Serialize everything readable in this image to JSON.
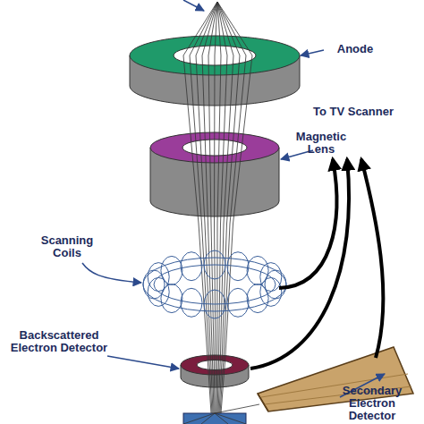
{
  "diagram": {
    "labels": [
      "Anode",
      "Magnetic Lens",
      "To TV Scanner",
      "Scanning Coils",
      "Backscattered Electron Detector",
      "Secondary Electron Detector"
    ]
  }
}
